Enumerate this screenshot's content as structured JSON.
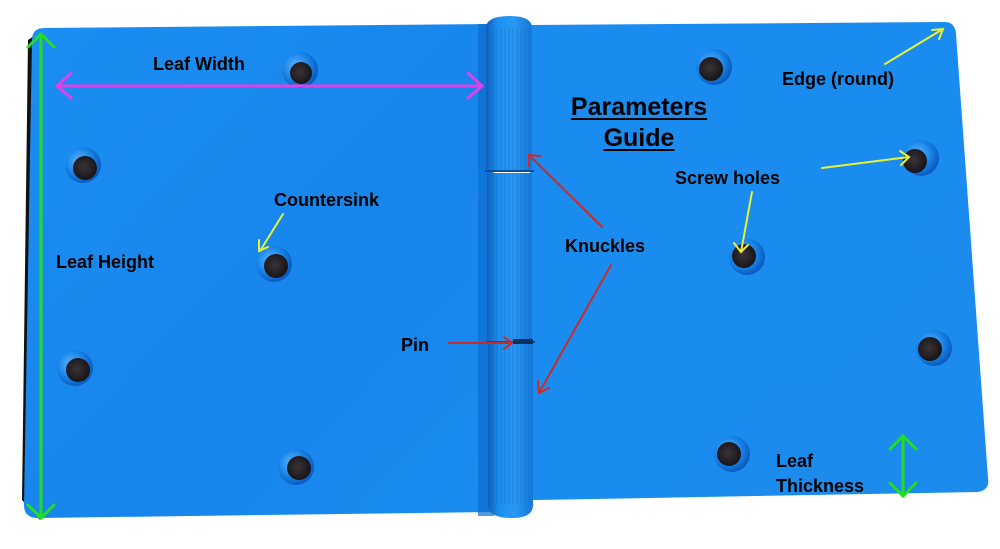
{
  "title": {
    "line1": "Parameters",
    "line2": "Guide"
  },
  "labels": {
    "leaf_width": "Leaf Width",
    "leaf_height": "Leaf Height",
    "countersink": "Countersink",
    "pin": "Pin",
    "knuckles": "Knuckles",
    "screw_holes": "Screw holes",
    "edge_round": "Edge (round)",
    "leaf_thickness_1": "Leaf",
    "leaf_thickness_2": "Thickness"
  },
  "colors": {
    "plastic_blue": "#1a8cf0",
    "plastic_blue_dark": "#0f6fd0",
    "hole_dark": "#1c1a1f",
    "arrow_magenta": "#e040e8",
    "arrow_green": "#22dd22",
    "arrow_yellow": "#e6f23a",
    "arrow_red": "#cc2a2a",
    "text": "#000000"
  },
  "arrow_legend": [
    {
      "label": "Leaf Width",
      "color": "magenta",
      "type": "double-headed"
    },
    {
      "label": "Leaf Height",
      "color": "green",
      "type": "double-headed"
    },
    {
      "label": "Leaf Thickness",
      "color": "green",
      "type": "double-headed"
    },
    {
      "label": "Countersink",
      "color": "yellow",
      "type": "pointer"
    },
    {
      "label": "Screw holes",
      "color": "yellow",
      "type": "pointer"
    },
    {
      "label": "Edge (round)",
      "color": "yellow",
      "type": "pointer"
    },
    {
      "label": "Knuckles",
      "color": "red",
      "type": "pointer"
    },
    {
      "label": "Pin",
      "color": "red",
      "type": "pointer"
    }
  ]
}
